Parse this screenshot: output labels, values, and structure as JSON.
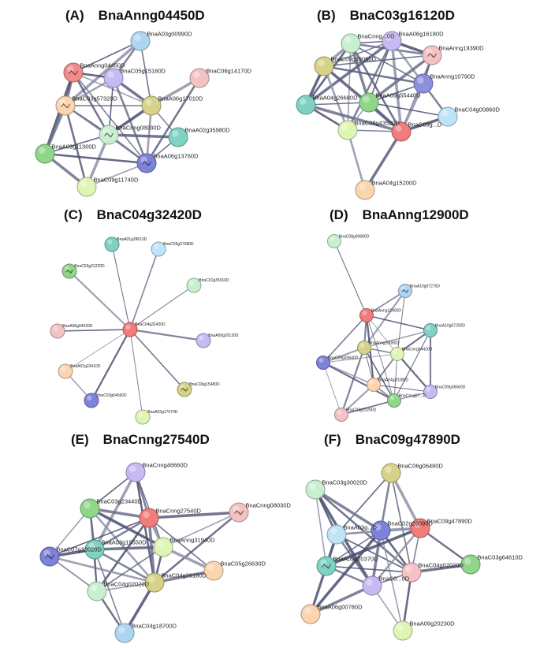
{
  "panels": [
    {
      "letter": "(A)",
      "gene": "BnaAnng04450D",
      "nodes": [
        {
          "id": "BnaA03g00990D",
          "label": "BnaA03g00990D",
          "color": "#aed6f1"
        },
        {
          "id": "BnaAnng04450D",
          "label": "BnaAnng04450D",
          "color": "#f28b8b",
          "glyph": true
        },
        {
          "id": "BnaC05g15180D",
          "label": "BnaC05g15180D",
          "color": "#c7b9f2"
        },
        {
          "id": "BnaC06g14170D",
          "label": "BnaC06g14170D",
          "color": "#f4c2c2"
        },
        {
          "id": "BnaC03g57320D",
          "label": "BnaC03g57320D",
          "color": "#fbd5b0",
          "glyph": true
        },
        {
          "id": "BnaA06g17010D",
          "label": "BnaA06g17010D",
          "color": "#d7d28a"
        },
        {
          "id": "BnaCnng08030D",
          "label": "BnaCnng08030D",
          "color": "#c8f0d0",
          "glyph": true
        },
        {
          "id": "BnaA02g35980D",
          "label": "BnaA02g35980D",
          "color": "#7fd1c4"
        },
        {
          "id": "BnaA09g11300D",
          "label": "BnaA09g11300D",
          "color": "#8fd68a"
        },
        {
          "id": "BnaA06g13760D",
          "label": "BnaA06g13760D",
          "color": "#7d83d8",
          "glyph": true
        },
        {
          "id": "BnaC09g11740D",
          "label": "BnaC09g11740D",
          "color": "#dff5b5"
        }
      ],
      "edges": [
        [
          0,
          1
        ],
        [
          0,
          2
        ],
        [
          0,
          4
        ],
        [
          0,
          5
        ],
        [
          1,
          2
        ],
        [
          1,
          4
        ],
        [
          1,
          5
        ],
        [
          1,
          6
        ],
        [
          1,
          8
        ],
        [
          1,
          9
        ],
        [
          2,
          4
        ],
        [
          2,
          5
        ],
        [
          2,
          6
        ],
        [
          2,
          9
        ],
        [
          3,
          5
        ],
        [
          4,
          5
        ],
        [
          4,
          6
        ],
        [
          4,
          8
        ],
        [
          4,
          9
        ],
        [
          4,
          10
        ],
        [
          5,
          6
        ],
        [
          5,
          7
        ],
        [
          5,
          9
        ],
        [
          6,
          7
        ],
        [
          6,
          8
        ],
        [
          6,
          9
        ],
        [
          6,
          10
        ],
        [
          7,
          9
        ],
        [
          8,
          9
        ],
        [
          8,
          10
        ],
        [
          9,
          10
        ],
        [
          3,
          9
        ]
      ]
    },
    {
      "letter": "(B)",
      "gene": "BnaC03g16120D",
      "nodes": [
        {
          "id": "BnaCnng...",
          "label": "BnaCnng...0D",
          "color": "#c8f0d0"
        },
        {
          "id": "BnaA06g16180D",
          "label": "BnaA06g16180D",
          "color": "#c7b9f2"
        },
        {
          "id": "BnaAnng19390D",
          "label": "BnaAnng19390D",
          "color": "#f4c2c2",
          "glyph": true
        },
        {
          "id": "BnaC09g39060D",
          "label": "BnaC09g39060D",
          "color": "#d7d28a"
        },
        {
          "id": "BnaAnng10790D",
          "label": "BnaAnng10790D",
          "color": "#8c8fdc"
        },
        {
          "id": "BnaA04g26680D",
          "label": "BnaA04g26680D",
          "color": "#7fd1c4"
        },
        {
          "id": "BnaA09g55440D",
          "label": "BnaA09g55440D",
          "color": "#8fd68a"
        },
        {
          "id": "BnaC04g00860D",
          "label": "BnaC04g00860D",
          "color": "#bfe3f7"
        },
        {
          "id": "BnaC08g43520D",
          "label": "BnaC08g43520D",
          "color": "#dff5b5"
        },
        {
          "id": "BnaC03g16120D",
          "label": "BnaC03g...D",
          "color": "#f27b7b"
        },
        {
          "id": "BnaA04g15200D",
          "label": "BnaA04g15200D",
          "color": "#fbd5b0"
        }
      ],
      "edges": [
        [
          0,
          1
        ],
        [
          0,
          2
        ],
        [
          0,
          3
        ],
        [
          0,
          4
        ],
        [
          0,
          5
        ],
        [
          0,
          6
        ],
        [
          0,
          8
        ],
        [
          0,
          9
        ],
        [
          1,
          2
        ],
        [
          1,
          3
        ],
        [
          1,
          4
        ],
        [
          1,
          5
        ],
        [
          1,
          6
        ],
        [
          1,
          8
        ],
        [
          1,
          9
        ],
        [
          2,
          3
        ],
        [
          2,
          4
        ],
        [
          2,
          6
        ],
        [
          2,
          9
        ],
        [
          3,
          4
        ],
        [
          3,
          5
        ],
        [
          3,
          6
        ],
        [
          3,
          8
        ],
        [
          3,
          9
        ],
        [
          4,
          6
        ],
        [
          4,
          7
        ],
        [
          4,
          9
        ],
        [
          5,
          6
        ],
        [
          5,
          8
        ],
        [
          5,
          9
        ],
        [
          6,
          8
        ],
        [
          6,
          9
        ],
        [
          7,
          9
        ],
        [
          8,
          9
        ],
        [
          8,
          10
        ],
        [
          9,
          10
        ],
        [
          6,
          7
        ]
      ]
    },
    {
      "letter": "(C)",
      "gene": "BnaC04g32420D",
      "nodes": [
        {
          "id": "BnaC04g32420D",
          "label": "BnaC04g32420D",
          "color": "#f27b7b"
        },
        {
          "id": "BnaA01g28610D",
          "label": "BnaA01g28610D",
          "color": "#7fd1c4"
        },
        {
          "id": "BnaC05g37680D",
          "label": "BnaC05g37680D",
          "color": "#bfe3f7"
        },
        {
          "id": "BnaC03g21220D",
          "label": "BnaC03g21220D",
          "color": "#8fd68a",
          "glyph": true
        },
        {
          "id": "BnaC01g35910D",
          "label": "BnaC01g35910D",
          "color": "#c8f0d0"
        },
        {
          "id": "BnaA08g04320D",
          "label": "BnaA08g04320D",
          "color": "#f4c2c2"
        },
        {
          "id": "BnaA09g20130D",
          "label": "BnaA09g20130D",
          "color": "#c7b9f2"
        },
        {
          "id": "BnaA01g23410D",
          "label": "BnaA01g23410D",
          "color": "#fbd5b0"
        },
        {
          "id": "BnaC06g15480D",
          "label": "BnaC06g15480D",
          "color": "#d7d28a",
          "glyph": true
        },
        {
          "id": "BnaC03g54660D",
          "label": "BnaC03g54660D",
          "color": "#7d83d8"
        },
        {
          "id": "BnaA03g17670D",
          "label": "BnaA03g17670D",
          "color": "#dff5b5"
        }
      ],
      "edges": [
        [
          0,
          1
        ],
        [
          0,
          2
        ],
        [
          0,
          3
        ],
        [
          0,
          4
        ],
        [
          0,
          5
        ],
        [
          0,
          6
        ],
        [
          0,
          7
        ],
        [
          0,
          8
        ],
        [
          0,
          9
        ],
        [
          0,
          10
        ],
        [
          7,
          9
        ]
      ]
    },
    {
      "letter": "(D)",
      "gene": "BnaAnng12900D",
      "nodes": [
        {
          "id": "BnaC08g00680D",
          "label": "BnaC08g00680D",
          "color": "#c8f0d0"
        },
        {
          "id": "BnaA10g07270D",
          "label": "BnaA10g07270D",
          "color": "#aed6f1",
          "glyph": true
        },
        {
          "id": "BnaAnng12900D",
          "label": "BnaAnng12900D",
          "color": "#f27b7b"
        },
        {
          "id": "BnaA10g07250D",
          "label": "BnaA10g07250D",
          "color": "#7fd1c4"
        },
        {
          "id": "BnaAnng10050D",
          "label": "BnaAnng10050D",
          "color": "#d7d28a"
        },
        {
          "id": "BnaCnng54420D",
          "label": "BnaCnng54420D",
          "color": "#dff5b5"
        },
        {
          "id": "BnaC09g30540D",
          "label": "BnaC09g30540D",
          "color": "#7d83d8"
        },
        {
          "id": "BnaA04g20280D",
          "label": "BnaA04g20280D",
          "color": "#fbd5b0"
        },
        {
          "id": "BnaC09g36560D",
          "label": "BnaC09g36560D",
          "color": "#c7b9f2"
        },
        {
          "id": "BnaCnng67...D",
          "label": "BnaCnng67...D",
          "color": "#8fd68a"
        },
        {
          "id": "BnaC03g20290D",
          "label": "BnaC03g20290D",
          "color": "#f4c2c2"
        }
      ],
      "edges": [
        [
          0,
          2
        ],
        [
          1,
          2
        ],
        [
          1,
          4
        ],
        [
          1,
          5
        ],
        [
          2,
          3
        ],
        [
          2,
          4
        ],
        [
          2,
          5
        ],
        [
          2,
          6
        ],
        [
          2,
          7
        ],
        [
          2,
          9
        ],
        [
          3,
          4
        ],
        [
          3,
          5
        ],
        [
          3,
          9
        ],
        [
          4,
          5
        ],
        [
          4,
          6
        ],
        [
          4,
          7
        ],
        [
          4,
          9
        ],
        [
          4,
          10
        ],
        [
          5,
          6
        ],
        [
          5,
          7
        ],
        [
          5,
          8
        ],
        [
          5,
          9
        ],
        [
          6,
          7
        ],
        [
          6,
          9
        ],
        [
          7,
          8
        ],
        [
          7,
          9
        ],
        [
          7,
          10
        ],
        [
          8,
          9
        ],
        [
          9,
          10
        ],
        [
          3,
          8
        ],
        [
          6,
          10
        ]
      ]
    },
    {
      "letter": "(E)",
      "gene": "BnaCnng27540D",
      "nodes": [
        {
          "id": "BnaCnng46660D",
          "label": "BnaCnng46660D",
          "color": "#c7b9f2"
        },
        {
          "id": "BnaC03g23440D",
          "label": "BnaC03g23440D",
          "color": "#8fd68a"
        },
        {
          "id": "BnaCnng27540D",
          "label": "BnaCnng27540D",
          "color": "#f27b7b"
        },
        {
          "id": "BnaCnng08030D",
          "label": "BnaCnng08030D",
          "color": "#f4c2c2",
          "glyph": true
        },
        {
          "id": "BnaC07g32020D",
          "label": "BnaC07g32020D",
          "color": "#7d83d8",
          "glyph": true
        },
        {
          "id": "BnaA03g19550D",
          "label": "BnaA03g19550D",
          "color": "#7fd1c4"
        },
        {
          "id": "BnaAnng31940D",
          "label": "BnaAnng31940D",
          "color": "#dff5b5"
        },
        {
          "id": "BnaC05g26630D",
          "label": "BnaC05g26630D",
          "color": "#fbd5b0"
        },
        {
          "id": "BnaC04g02020D",
          "label": "BnaC04g02020D",
          "color": "#c8f0d0"
        },
        {
          "id": "BnaC04g26180D",
          "label": "BnaC04g26180D",
          "color": "#d7d28a"
        },
        {
          "id": "BnaC04g18700D",
          "label": "BnaC04g18700D",
          "color": "#aed6f1"
        }
      ],
      "edges": [
        [
          0,
          1
        ],
        [
          0,
          2
        ],
        [
          0,
          5
        ],
        [
          0,
          6
        ],
        [
          0,
          9
        ],
        [
          1,
          2
        ],
        [
          1,
          4
        ],
        [
          1,
          5
        ],
        [
          1,
          6
        ],
        [
          1,
          8
        ],
        [
          1,
          9
        ],
        [
          2,
          3
        ],
        [
          2,
          4
        ],
        [
          2,
          5
        ],
        [
          2,
          6
        ],
        [
          2,
          7
        ],
        [
          2,
          8
        ],
        [
          2,
          9
        ],
        [
          3,
          6
        ],
        [
          3,
          9
        ],
        [
          4,
          5
        ],
        [
          4,
          8
        ],
        [
          4,
          9
        ],
        [
          5,
          6
        ],
        [
          5,
          8
        ],
        [
          5,
          9
        ],
        [
          6,
          7
        ],
        [
          6,
          8
        ],
        [
          6,
          9
        ],
        [
          7,
          9
        ],
        [
          8,
          9
        ],
        [
          8,
          10
        ],
        [
          9,
          10
        ],
        [
          5,
          10
        ]
      ]
    },
    {
      "letter": "(F)",
      "gene": "BnaC09g47890D",
      "nodes": [
        {
          "id": "BnaC06g06480D",
          "label": "BnaC06g06480D",
          "color": "#d7d28a"
        },
        {
          "id": "BnaC03g30020D",
          "label": "BnaC03g30020D",
          "color": "#c8f0d0"
        },
        {
          "id": "BnaA03g...",
          "label": "BnaA03g...D",
          "color": "#bfe3f7"
        },
        {
          "id": "BnaC02g26090D",
          "label": "BnaC02g26090D",
          "color": "#7d83d8"
        },
        {
          "id": "BnaC09g47890D",
          "label": "BnaC09g47890D",
          "color": "#f27b7b"
        },
        {
          "id": "BnaC03g64610D",
          "label": "BnaC03g64610D",
          "color": "#8fd68a"
        },
        {
          "id": "BnaA09g20370D",
          "label": "BnaA09g20370D",
          "color": "#7fd1c4",
          "glyph": true
        },
        {
          "id": "BnaC04g02020D",
          "label": "BnaC04g02020D",
          "color": "#f4c2c2"
        },
        {
          "id": "BnaC0...",
          "label": "BnaC0...0D",
          "color": "#c7b9f2"
        },
        {
          "id": "BnaA06g00780D",
          "label": "BnaA06g00780D",
          "color": "#fbd5b0"
        },
        {
          "id": "BnaA09g20230D",
          "label": "BnaA09g20230D",
          "color": "#dff5b5"
        }
      ],
      "edges": [
        [
          0,
          2
        ],
        [
          0,
          3
        ],
        [
          0,
          4
        ],
        [
          0,
          7
        ],
        [
          1,
          2
        ],
        [
          1,
          3
        ],
        [
          1,
          6
        ],
        [
          1,
          7
        ],
        [
          1,
          8
        ],
        [
          2,
          3
        ],
        [
          2,
          4
        ],
        [
          2,
          6
        ],
        [
          2,
          7
        ],
        [
          2,
          8
        ],
        [
          3,
          4
        ],
        [
          3,
          6
        ],
        [
          3,
          7
        ],
        [
          3,
          8
        ],
        [
          3,
          10
        ],
        [
          4,
          5
        ],
        [
          4,
          6
        ],
        [
          4,
          7
        ],
        [
          4,
          8
        ],
        [
          5,
          7
        ],
        [
          6,
          7
        ],
        [
          6,
          8
        ],
        [
          6,
          9
        ],
        [
          7,
          8
        ],
        [
          7,
          10
        ],
        [
          8,
          9
        ],
        [
          8,
          10
        ],
        [
          2,
          9
        ],
        [
          3,
          9
        ]
      ]
    }
  ]
}
